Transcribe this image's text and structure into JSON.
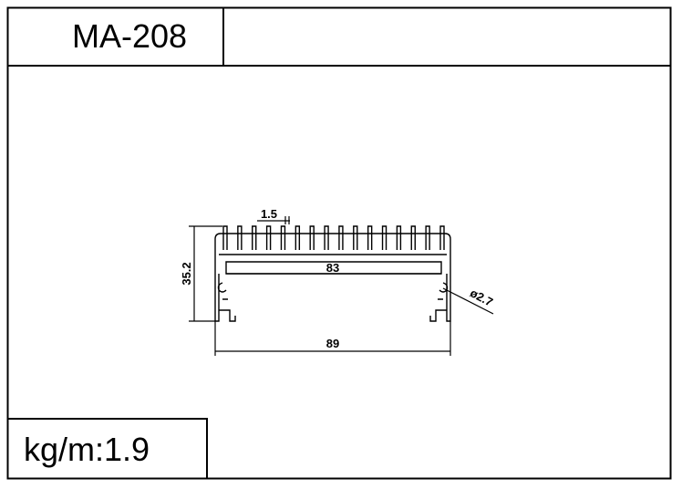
{
  "title_block": {
    "model": "MA-208",
    "weight_label": "kg/m:1.9"
  },
  "drawing": {
    "dimensions": {
      "fin_thickness": "1.5",
      "inner_width": "83",
      "height": "35.2",
      "overall_width": "89",
      "hole_diameter": "ø2.7"
    }
  }
}
